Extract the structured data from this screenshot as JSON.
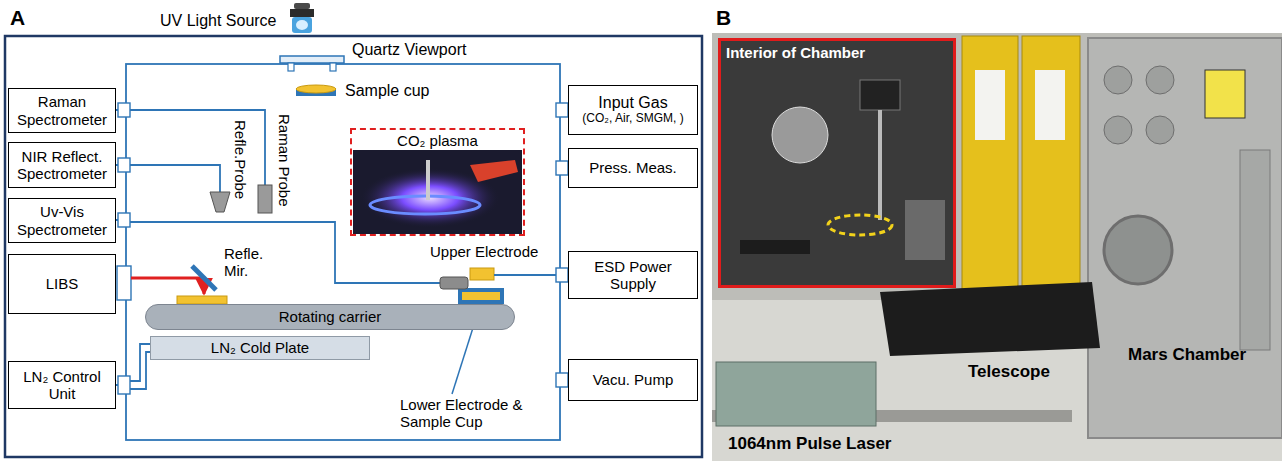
{
  "diagram": {
    "nodes": [
      {
        "text": [
          "Raman Spectrometer"
        ]
      },
      {
        "text": [
          "NIR Reflect. Spectrometer"
        ]
      },
      {
        "text": [
          "Uv-Vis Spectrometer"
        ]
      },
      {
        "text": [
          "LIBS"
        ]
      },
      {
        "text": [
          "LN₂ Control Unit"
        ]
      },
      {
        "text": [
          "Input Gas",
          "(CO₂, Air, SMGM, )"
        ]
      },
      {
        "text": [
          "Press. Meas."
        ]
      },
      {
        "text": [
          "ESD Power Supply"
        ]
      },
      {
        "text": [
          "Vacu. Pump"
        ]
      },
      {
        "text": [
          "CO₂ plasma"
        ]
      },
      {
        "text": [
          "Rotating carrier"
        ]
      },
      {
        "text": [
          "LN₂ Cold Plate"
        ]
      },
      {
        "text": [
          "Interior of Chamber"
        ]
      }
    ],
    "labels": [
      "A",
      "UV Light Source",
      "Quartz Viewport",
      "Sample cup",
      "Refle.Probe",
      "Raman Probe",
      "Upper Electrode",
      "Refle. Mir.",
      "Lower Electrode & Sample Cup",
      "B",
      "Mars Chamber",
      "Telescope",
      "1064nm Pulse Laser"
    ]
  }
}
